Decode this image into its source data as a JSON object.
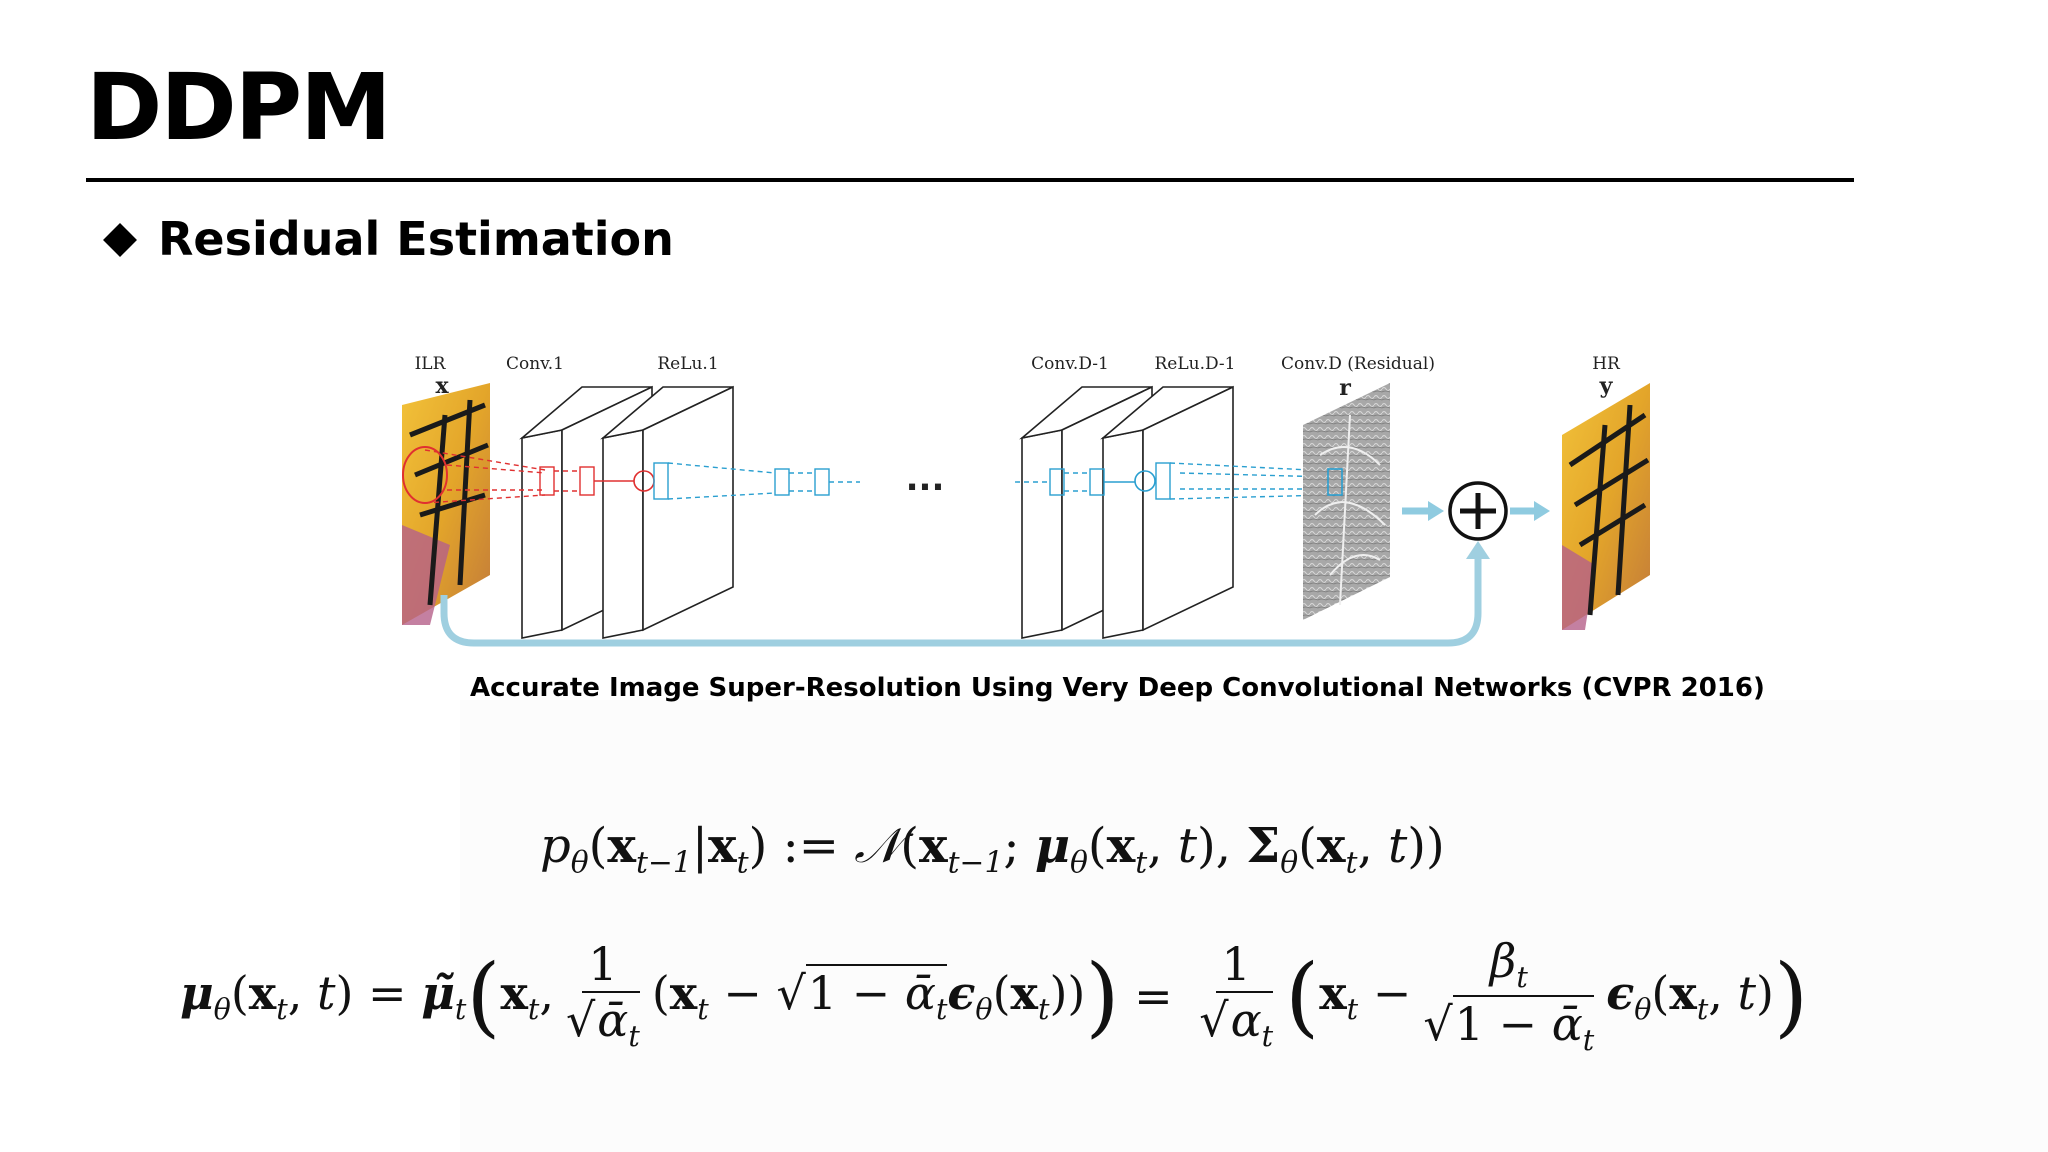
{
  "slide": {
    "title": "DDPM",
    "section_heading": "Residual Estimation"
  },
  "diagram": {
    "labels": {
      "input": "ILR",
      "input_var": "x",
      "conv1": "Conv.1",
      "relu1": "ReLu.1",
      "ellipsis": "...",
      "convd1": "Conv.D-1",
      "relud1": "ReLu.D-1",
      "convd": "Conv.D (Residual)",
      "residual_var": "r",
      "output": "HR",
      "output_var": "y",
      "plus": "⊕"
    },
    "colors": {
      "skip_arrow": "#9fcfe0",
      "conv_red": "#e03030",
      "conv_blue": "#2a9fd0"
    }
  },
  "caption": "Accurate Image Super-Resolution Using Very Deep Convolutional Networks (CVPR 2016)",
  "equations": {
    "eq1": "p_θ(x_{t−1}|x_t) := N(x_{t−1}; μ_θ(x_t, t), Σ_θ(x_t, t))",
    "eq2": "μ_θ(x_t, t) = μ̃_t(x_t, 1/√ᾱ_t (x_t − √(1 − ᾱ_t) ε_θ(x_t))) = 1/√α_t (x_t − β_t/√(1 − ᾱ_t) ε_θ(x_t, t))"
  }
}
